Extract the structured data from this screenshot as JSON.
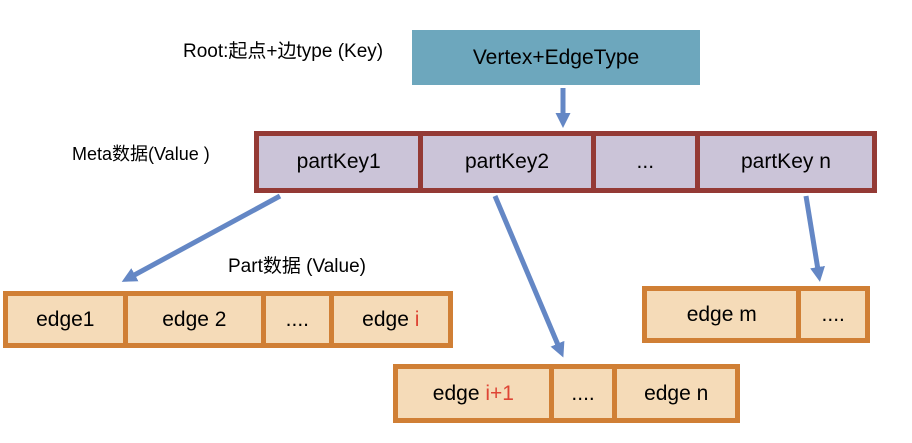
{
  "diagram": {
    "root_label": "Root:起点+边type (Key)",
    "root_box": "Vertex+EdgeType",
    "meta_label": "Meta数据(Value )",
    "part_label": "Part数据 (Value)",
    "meta_row": {
      "cells": [
        "partKey1",
        "partKey2",
        "...",
        "partKey n"
      ]
    },
    "part_row_left": {
      "cells": [
        {
          "text": "edge1",
          "highlight": ""
        },
        {
          "text": "edge 2",
          "highlight": ""
        },
        {
          "text": "....",
          "highlight": ""
        },
        {
          "text": "edge ",
          "highlight": "i"
        }
      ]
    },
    "part_row_middle": {
      "cells": [
        {
          "text": "edge ",
          "highlight": "i+1"
        },
        {
          "text": "....",
          "highlight": ""
        },
        {
          "text": "edge n",
          "highlight": ""
        }
      ]
    },
    "part_row_right": {
      "cells": [
        {
          "text": "edge m",
          "highlight": ""
        },
        {
          "text": "....",
          "highlight": ""
        }
      ]
    }
  },
  "colors": {
    "background": "#FFFFFF",
    "text": "#000000",
    "root-box-fill": "#6DA7BD",
    "meta-cell-fill": "#CBC4D8",
    "meta-border": "#943A35",
    "part-cell-fill": "#F5DBB8",
    "part-border": "#D07F35",
    "arrow": "#6487C5",
    "highlight-text": "#DE4535"
  }
}
